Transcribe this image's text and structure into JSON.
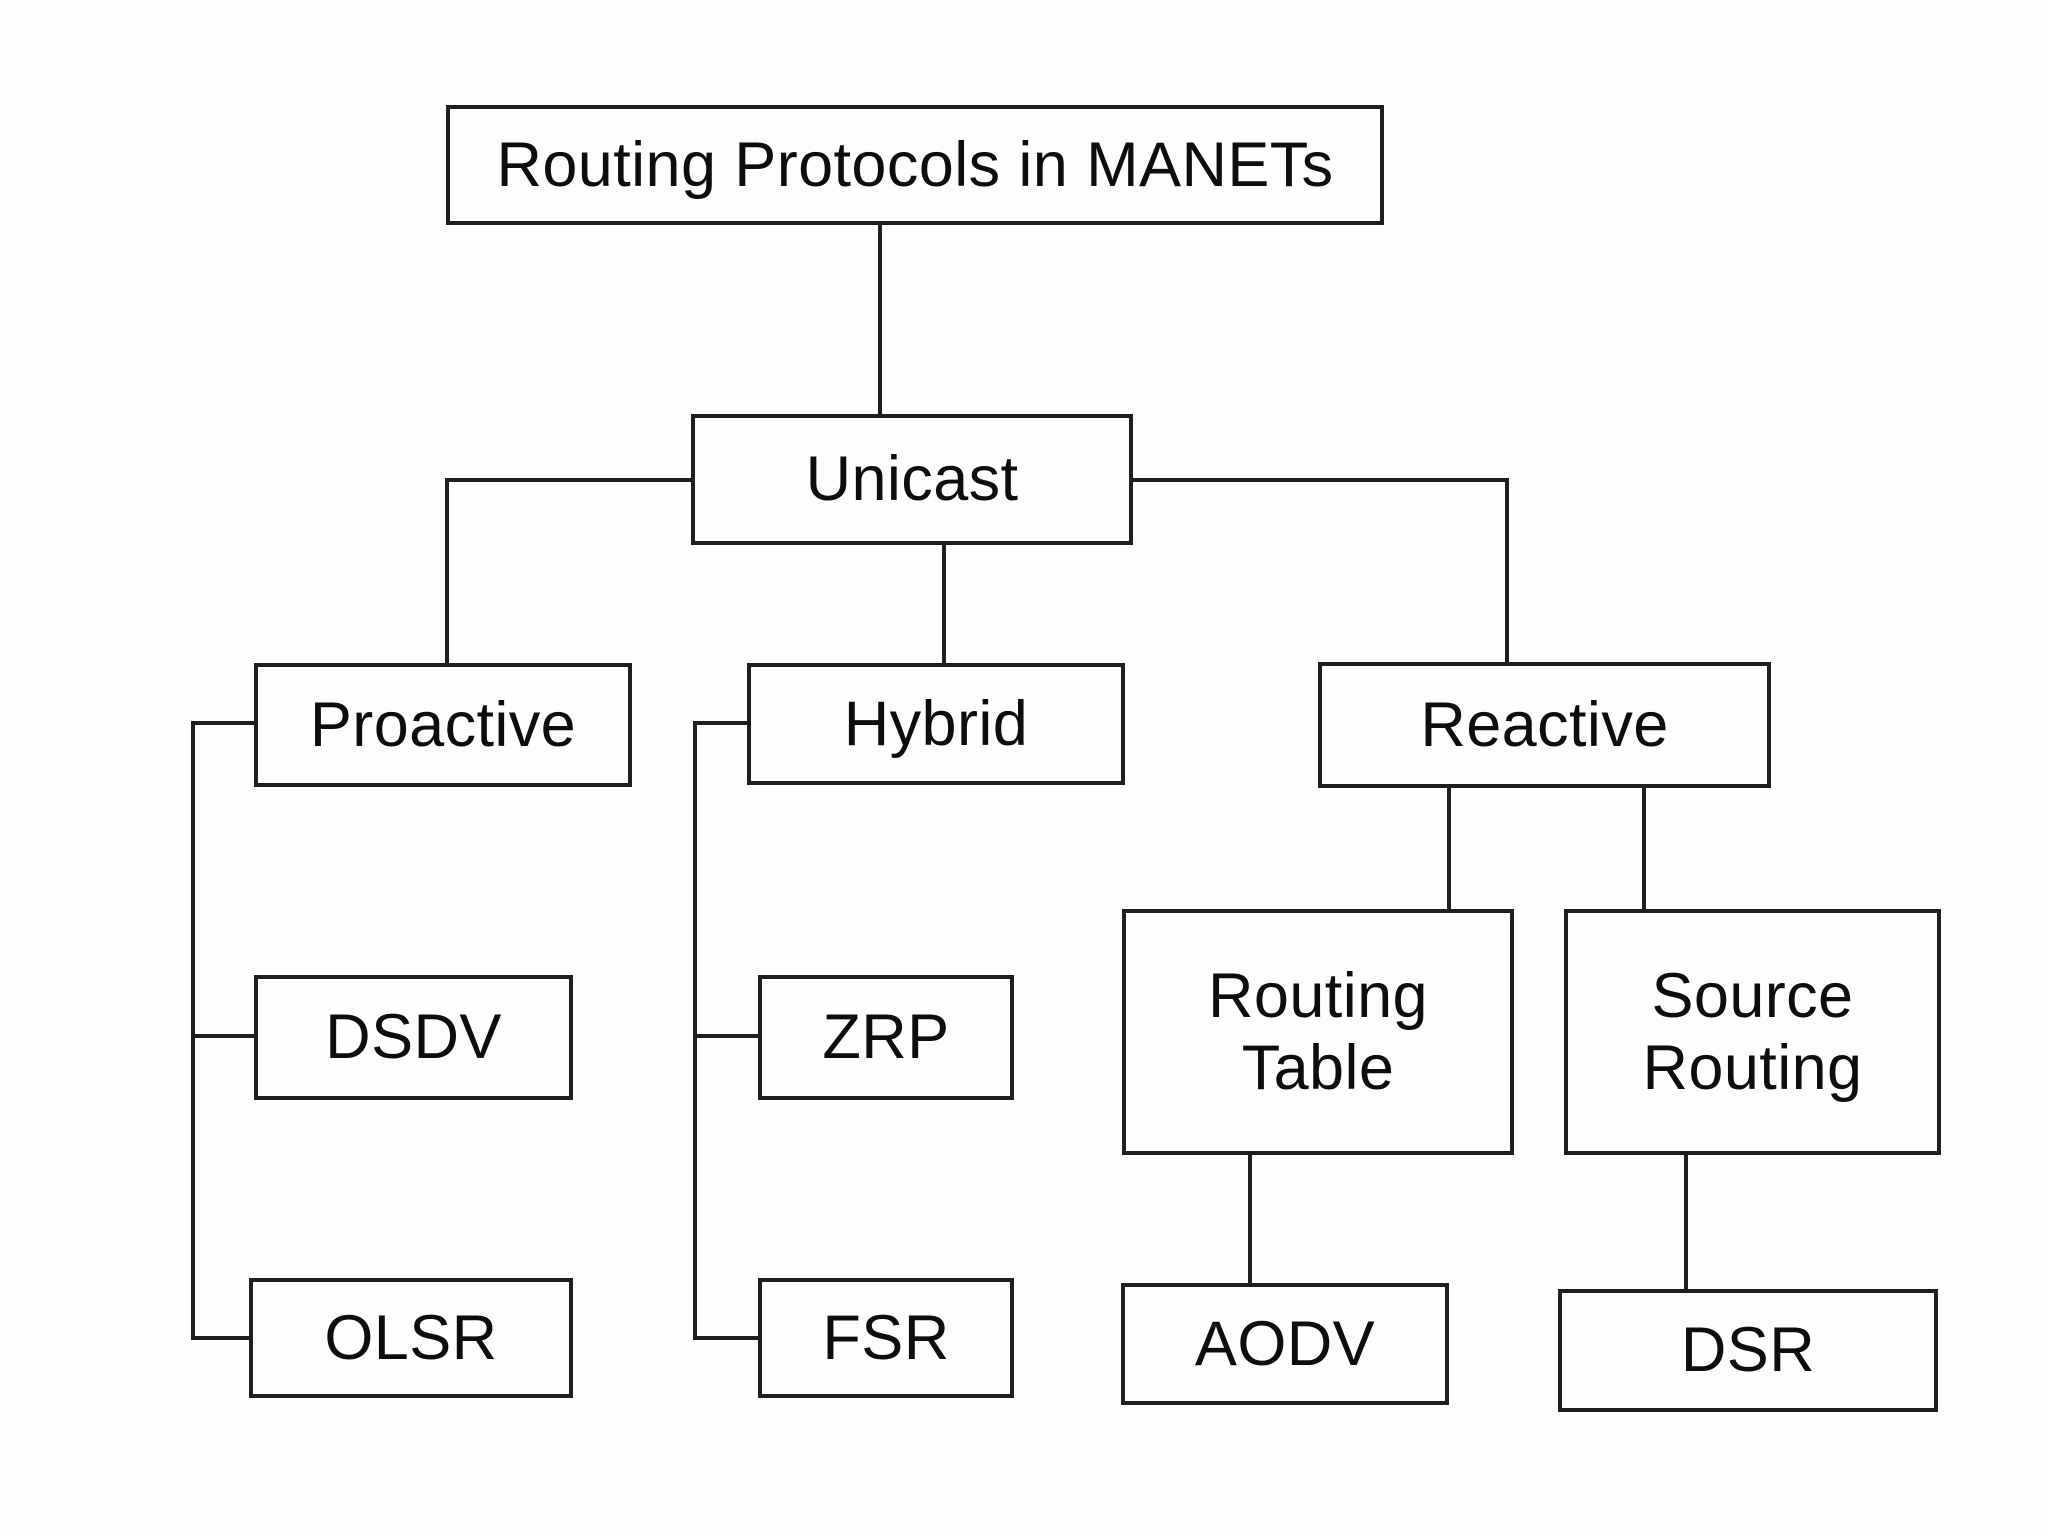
{
  "diagram": {
    "title": "Routing Protocols in MANETs",
    "type": "tree",
    "colors": {
      "line": "#1f1f1f",
      "border": "#1f1f1f",
      "text": "#0d0d0d",
      "box_fill": "#fdfdfd",
      "background": "#fefefe"
    },
    "nodes": {
      "root": {
        "label": "Routing Protocols in MANETs"
      },
      "unicast": {
        "label": "Unicast"
      },
      "proactive": {
        "label": "Proactive"
      },
      "hybrid": {
        "label": "Hybrid"
      },
      "reactive": {
        "label": "Reactive"
      },
      "dsdv": {
        "label": "DSDV"
      },
      "zrp": {
        "label": "ZRP"
      },
      "routing_table": {
        "label": "Routing\nTable"
      },
      "source_routing": {
        "label": "Source\nRouting"
      },
      "olsr": {
        "label": "OLSR"
      },
      "fsr": {
        "label": "FSR"
      },
      "aodv": {
        "label": "AODV"
      },
      "dsr": {
        "label": "DSR"
      }
    },
    "edges": [
      {
        "from": "Routing Protocols in MANETs",
        "to": "Unicast"
      },
      {
        "from": "Unicast",
        "to": "Proactive"
      },
      {
        "from": "Unicast",
        "to": "Hybrid"
      },
      {
        "from": "Unicast",
        "to": "Reactive"
      },
      {
        "from": "Proactive",
        "to": "DSDV"
      },
      {
        "from": "Proactive",
        "to": "OLSR"
      },
      {
        "from": "Hybrid",
        "to": "ZRP"
      },
      {
        "from": "Hybrid",
        "to": "FSR"
      },
      {
        "from": "Reactive",
        "to": "Routing Table"
      },
      {
        "from": "Reactive",
        "to": "Source Routing"
      },
      {
        "from": "Routing Table",
        "to": "AODV"
      },
      {
        "from": "Source Routing",
        "to": "DSR"
      }
    ]
  }
}
